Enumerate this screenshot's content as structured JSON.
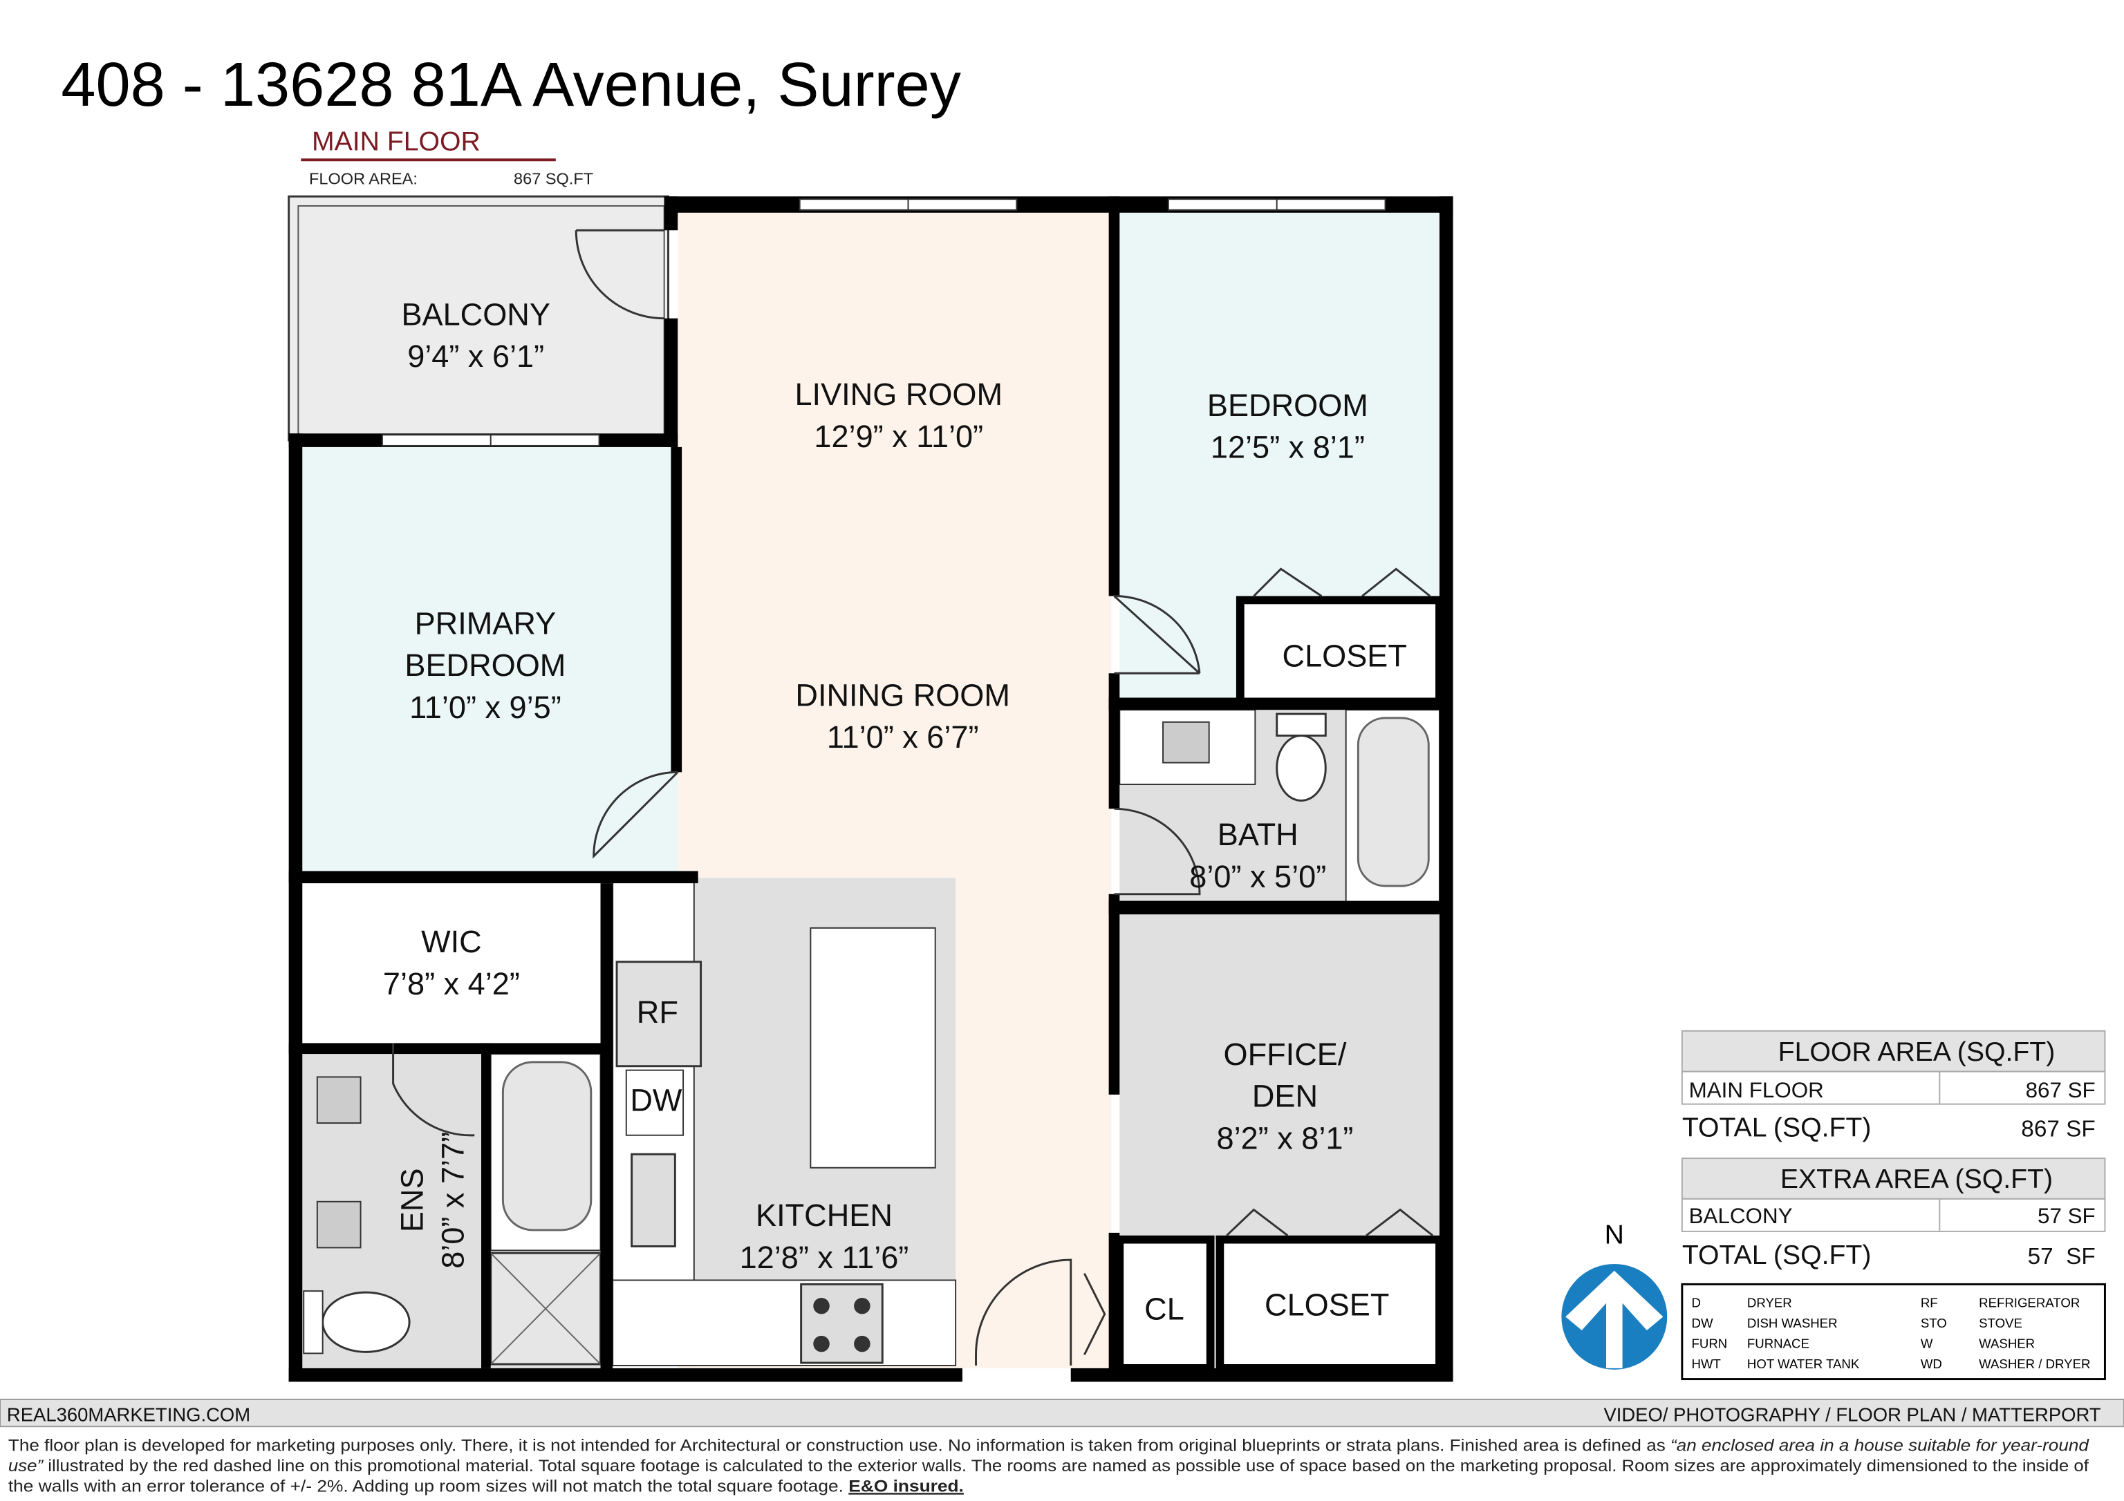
{
  "title": "408 - 13628 81A Avenue, Surrey",
  "floor_label": "MAIN FLOOR",
  "floor_area_label": "FLOOR AREA:",
  "floor_area_value": "867 SQ.FT",
  "rooms": {
    "balcony": {
      "name": "BALCONY",
      "size": "9’4” x 6’1”"
    },
    "living": {
      "name": "LIVING ROOM",
      "size": "12’9” x 11’0”"
    },
    "bedroom": {
      "name": "BEDROOM",
      "size": "12’5” x 8’1”"
    },
    "primary": {
      "name1": "PRIMARY",
      "name2": "BEDROOM",
      "size": "11’0” x 9’5”"
    },
    "dining": {
      "name": "DINING ROOM",
      "size": "11’0” x 6’7”"
    },
    "closet1": {
      "name": "CLOSET"
    },
    "bath": {
      "name": "BATH",
      "size": "8’0” x 5’0”"
    },
    "wic": {
      "name": "WIC",
      "size": "7’8” x 4’2”"
    },
    "rf": {
      "name": "RF"
    },
    "dw": {
      "name": "DW"
    },
    "office": {
      "name1": "OFFICE/",
      "name2": "DEN",
      "size": "8’2” x 8’1”"
    },
    "ens": {
      "name": "ENS",
      "size": "8’0” x 7’7”"
    },
    "kitchen": {
      "name": "KITCHEN",
      "size": "12’8” x 11’6”"
    },
    "cl": {
      "name": "CL"
    },
    "closet2": {
      "name": "CLOSET"
    }
  },
  "area_table": {
    "floor_header": "FLOOR AREA (SQ.FT)",
    "main_floor_label": "MAIN FLOOR",
    "main_floor_value": "867 SF",
    "total1_label": "TOTAL (SQ.FT)",
    "total1_value": "867 SF",
    "extra_header": "EXTRA AREA (SQ.FT)",
    "balcony_label": "BALCONY",
    "balcony_value": "57 SF",
    "total2_label": "TOTAL (SQ.FT)",
    "total2_value": "57  SF"
  },
  "compass": {
    "label": "N",
    "color": "#1a7fc1"
  },
  "legend": [
    {
      "code": "D",
      "desc": "DRYER"
    },
    {
      "code": "DW",
      "desc": "DISH WASHER"
    },
    {
      "code": "FURN",
      "desc": "FURNACE"
    },
    {
      "code": "HWT",
      "desc": "HOT WATER TANK"
    },
    {
      "code": "RF",
      "desc": "REFRIGERATOR"
    },
    {
      "code": "STO",
      "desc": "STOVE"
    },
    {
      "code": "W",
      "desc": "WASHER"
    },
    {
      "code": "WD",
      "desc": "WASHER / DRYER"
    }
  ],
  "footer": {
    "left": "REAL360MARKETING.COM",
    "right": "VIDEO/ PHOTOGRAPHY / FLOOR PLAN / MATTERPORT",
    "disclaimer1": "The floor plan is developed for marketing purposes only. There, it is not intended for Architectural or construction use. No information is  taken from original blueprints or strata plans. Finished area is defined as ",
    "disclaimer1_italic": "“an enclosed area in a house suitable for year-round",
    "disclaimer2_italic": "use”",
    "disclaimer2": " illustrated by the red dashed line on this promotional material. Total square footage is calculated to the exterior walls. The rooms are named as possible use of space based on the marketing proposal. Room sizes are approximately dimensioned to the inside of",
    "disclaimer3": "the walls with an error tolerance of +/- 2%. Adding up room sizes will not match the total square footage. ",
    "insured": "E&O insured."
  },
  "colors": {
    "accent": "#7a1c22",
    "living_fill": "#fdf3ea",
    "bedroom_fill": "#eaf7f6",
    "grey_fill": "#e0e0e0"
  }
}
